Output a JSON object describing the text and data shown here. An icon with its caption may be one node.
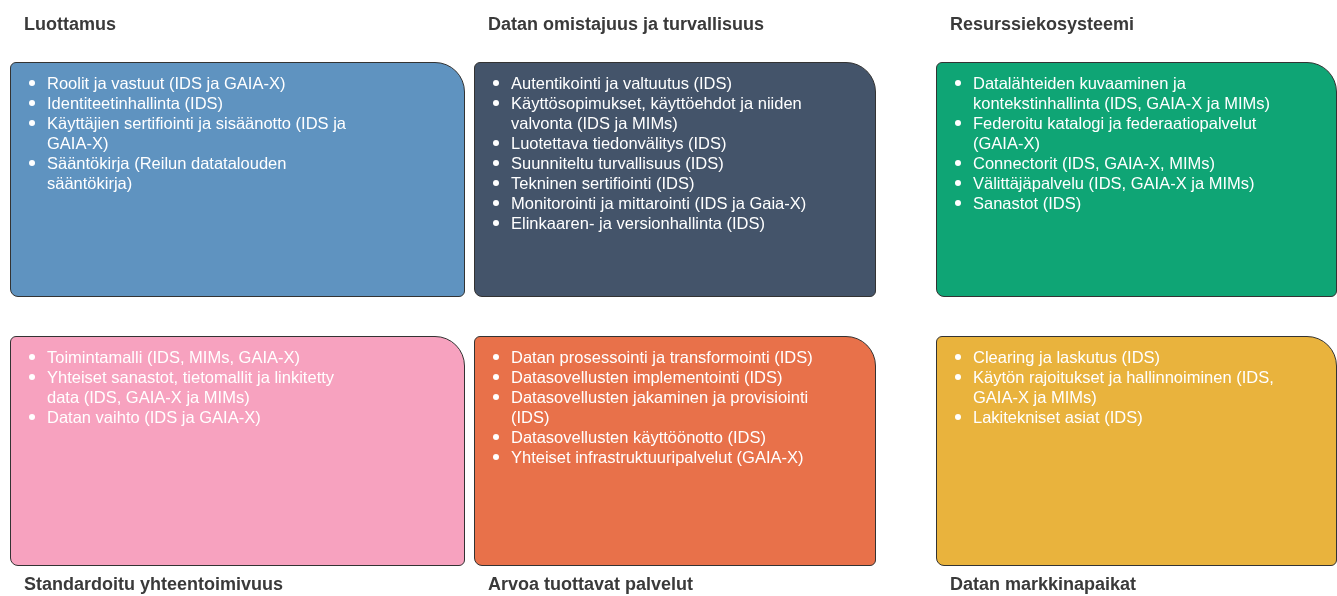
{
  "diagram": {
    "nodes": [
      {
        "text": [
          "Luottamus",
          "Roolit ja vastuut (IDS ja GAIA-X)",
          "Identiteetinhallinta (IDS)",
          "Käyttäjien sertifiointi ja sisäänotto (IDS ja GAIA-X)",
          "Sääntökirja (Reilun datatalouden sääntökirja)"
        ]
      },
      {
        "text": [
          "Datan omistajuus ja turvallisuus",
          "Autentikointi ja valtuutus (IDS)",
          "Käyttösopimukset, käyttöehdot ja niiden valvonta (IDS ja MIMs)",
          "Luotettava tiedonvälitys (IDS)",
          "Suunniteltu turvallisuus (IDS)",
          "Tekninen sertifiointi (IDS)",
          "Monitorointi ja mittarointi (IDS ja Gaia-X)",
          "Elinkaaren- ja versionhallinta (IDS)"
        ]
      },
      {
        "text": [
          "Resurssiekosysteemi",
          "Datalähteiden kuvaaminen ja kontekstinhallinta (IDS, GAIA-X ja MIMs)",
          "Federoitu katalogi ja federaatiopalvelut (GAIA-X)",
          "Connectorit (IDS, GAIA-X, MIMs)",
          "Välittäjäpalvelu (IDS, GAIA-X ja MIMs)",
          "Sanastot (IDS)"
        ]
      },
      {
        "text": [
          "Toimintamalli (IDS, MIMs, GAIA-X)",
          "Yhteiset sanastot, tietomallit ja linkitetty data (IDS, GAIA-X ja MIMs)",
          "Datan vaihto (IDS ja GAIA-X)",
          "Standardoitu yhteentoimivuus"
        ]
      },
      {
        "text": [
          "Datan prosessointi ja transformointi (IDS)",
          "Datasovellusten implementointi (IDS)",
          "Datasovellusten jakaminen ja provisiointi (IDS)",
          "Datasovellusten käyttöönotto  (IDS)",
          "Yhteiset infrastruktuuripalvelut (GAIA-X)",
          "Arvoa tuottavat palvelut"
        ]
      },
      {
        "text": [
          "Clearing ja laskutus (IDS)",
          "Käytön rajoitukset ja hallinnoiminen (IDS, GAIA-X ja MIMs)",
          "Lakitekniset asiat (IDS)",
          "Datan markkinapaikat"
        ]
      }
    ]
  }
}
